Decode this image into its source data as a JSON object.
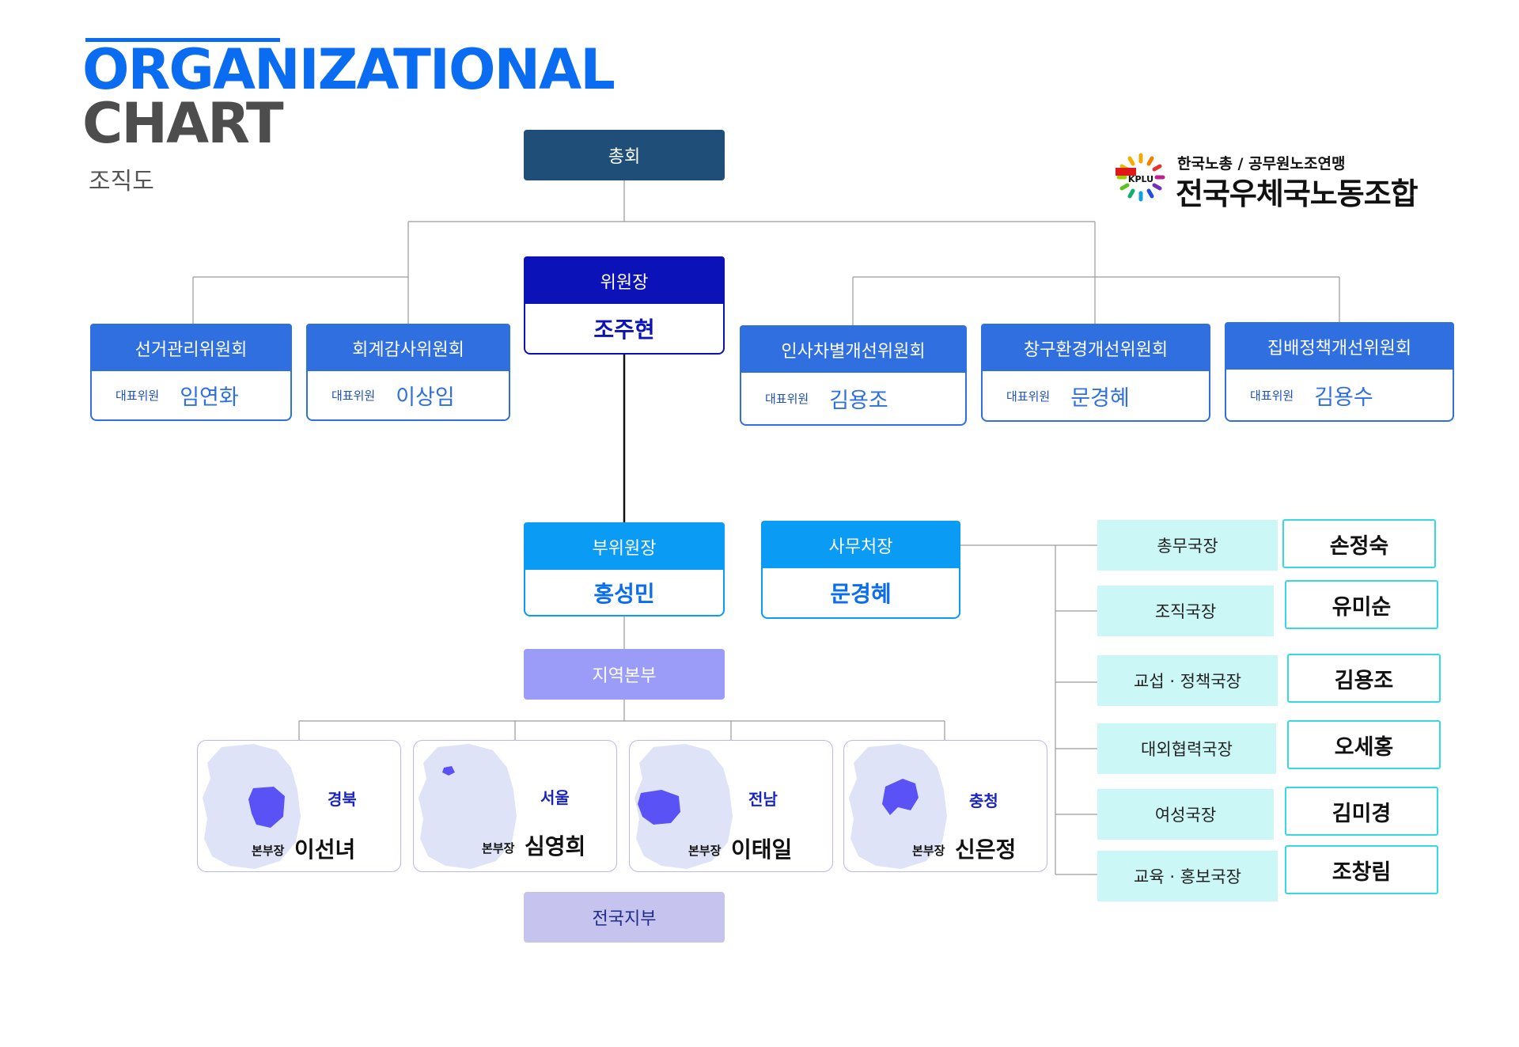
{
  "header": {
    "title_line1": "ORGANIZATIONAL",
    "title_line2": "CHART",
    "subtitle": "조직도"
  },
  "logo": {
    "mark_text": "KPLU",
    "small_text": "한국노총 / 공무원노조연맹",
    "big_text": "전국우체국노동조합"
  },
  "general_assembly": "총회",
  "chair": {
    "title": "위원장",
    "name": "조주현"
  },
  "committees": [
    {
      "title": "선거관리위원회",
      "role": "대표위원",
      "name": "임연화"
    },
    {
      "title": "회계감사위원회",
      "role": "대표위원",
      "name": "이상임"
    },
    {
      "title": "인사차별개선위원회",
      "role": "대표위원",
      "name": "김용조"
    },
    {
      "title": "창구환경개선위원회",
      "role": "대표위원",
      "name": "문경혜"
    },
    {
      "title": "집배정책개선위원회",
      "role": "대표위원",
      "name": "김용수"
    }
  ],
  "vice_chair": {
    "title": "부위원장",
    "name": "홍성민"
  },
  "secretary_general": {
    "title": "사무처장",
    "name": "문경혜"
  },
  "regional_hq": "지역본부",
  "regions": [
    {
      "region": "경북",
      "role": "본부장",
      "chief": "이선녀"
    },
    {
      "region": "서울",
      "role": "본부장",
      "chief": "심영희"
    },
    {
      "region": "전남",
      "role": "본부장",
      "chief": "이태일"
    },
    {
      "region": "충청",
      "role": "본부장",
      "chief": "신은정"
    }
  ],
  "national_branch": "전국지부",
  "departments": [
    {
      "title": "총무국장",
      "head": "손정숙"
    },
    {
      "title": "조직국장",
      "head": "유미순"
    },
    {
      "title": "교섭 · 정책국장",
      "head": "김용조"
    },
    {
      "title": "대외협력국장",
      "head": "오세홍"
    },
    {
      "title": "여성국장",
      "head": "김미경"
    },
    {
      "title": "교육 · 홍보국장",
      "head": "조창림"
    }
  ],
  "colors": {
    "brand_blue": "#0a6cf0",
    "root": "#1f4e79",
    "chair": "#0a12b8",
    "committee": "#2f6fe0",
    "vice": "#0a9bf5",
    "regional_hq": "#9a9cf8",
    "national_branch": "#c6c4ee",
    "department_fill": "#ccf7f7",
    "department_border": "#36d8e6",
    "region_highlight": "#5a52f5"
  }
}
